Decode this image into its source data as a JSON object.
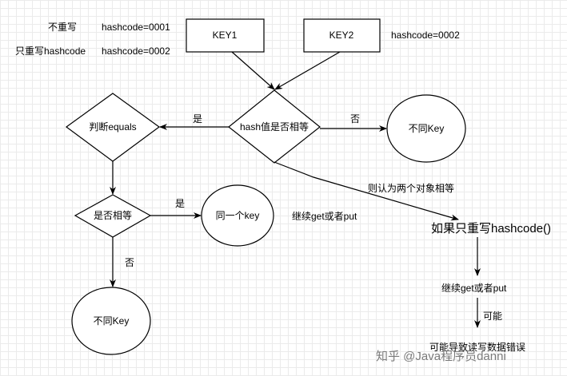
{
  "notes": {
    "no_override": "不重写",
    "no_override_code": "hashcode=0001",
    "override_hashcode_only": "只重写hashcode",
    "override_hashcode_only_code": "hashcode=0002",
    "key2_code": "hashcode=0002"
  },
  "nodes": {
    "key1": "KEY1",
    "key2": "KEY2",
    "hash_equal": "hash值是否相等",
    "diff_key_right": "不同Key",
    "judge_equals": "判断equals",
    "is_equal": "是否相等",
    "same_key": "同一个key",
    "diff_key_bottom": "不同Key",
    "if_only_hashcode": "如果只重写hashcode()"
  },
  "edges": {
    "hash_yes": "是",
    "hash_no": "否",
    "equal_yes": "是",
    "equal_no": "否",
    "considered_equal": "则认为两个对象相等",
    "continue_get_put_1": "继续get或者put",
    "continue_get_put_2": "继续get或者put",
    "possible": "可能",
    "error": "可能导致读写数据错误"
  },
  "watermark": "知乎 @Java程序员danni"
}
